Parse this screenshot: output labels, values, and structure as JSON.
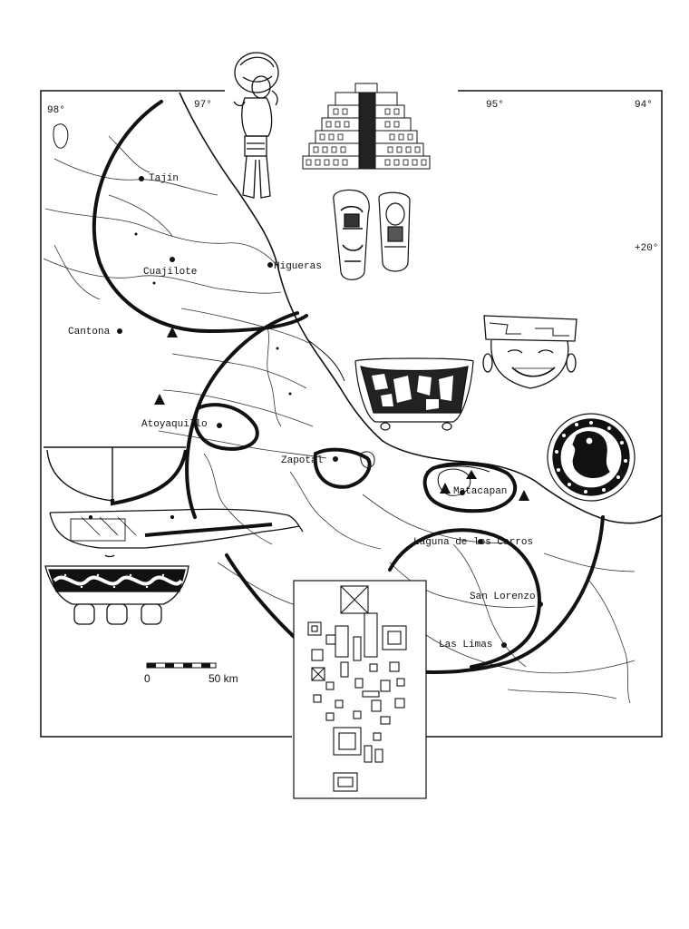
{
  "map": {
    "longitudes": [
      "98°",
      "97°",
      "95°",
      "94°"
    ],
    "latitude": "+20°",
    "sites": [
      {
        "id": "tajin",
        "label": "Tajín"
      },
      {
        "id": "higueras",
        "label": "Higueras"
      },
      {
        "id": "cuajilote",
        "label": "Cuajilote"
      },
      {
        "id": "cantona",
        "label": "Cantona"
      },
      {
        "id": "atoyaquillo",
        "label": "Atoyaquillo"
      },
      {
        "id": "zapotal",
        "label": "Zapotal"
      },
      {
        "id": "matacapan",
        "label": "Matacapan"
      },
      {
        "id": "laguna-de-los-cerros",
        "label": "Laguna de los Cerros"
      },
      {
        "id": "san-lorenzo",
        "label": "San Lorenzo"
      },
      {
        "id": "las-limas",
        "label": "Las Limas"
      }
    ],
    "scale": {
      "start": "0",
      "end": "50 km"
    }
  }
}
